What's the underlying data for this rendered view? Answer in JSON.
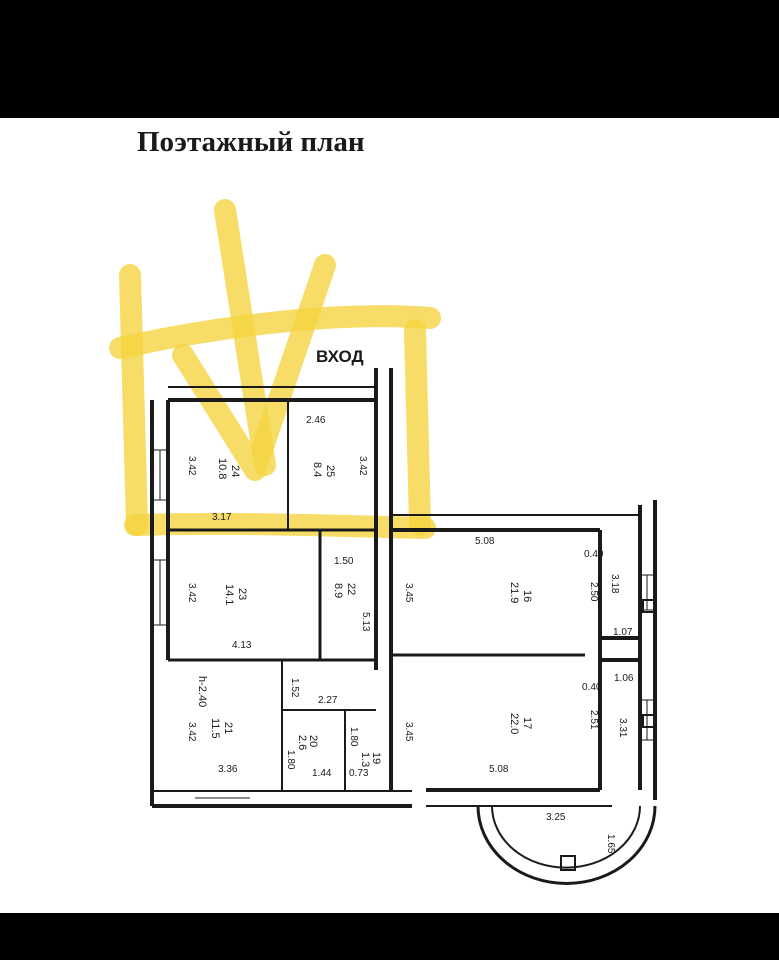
{
  "page": {
    "title": "Поэтажный план",
    "entrance_label": "ВХОД",
    "highlight_color": "#f5d33d",
    "wall_color": "#1a1a1a"
  },
  "rooms": [
    {
      "id": "24",
      "area": "10.8"
    },
    {
      "id": "25",
      "area": "8.4"
    },
    {
      "id": "23",
      "area": "14.1"
    },
    {
      "id": "22",
      "area": "8.9"
    },
    {
      "id": "21",
      "area": "11.5"
    },
    {
      "id": "20",
      "area": "2.6"
    },
    {
      "id": "19",
      "area": "1.3"
    },
    {
      "id": "16",
      "area": "21.9"
    },
    {
      "id": "17",
      "area": "22.0"
    }
  ],
  "room_21_height": "h-2.40",
  "dimensions": [
    "2.46",
    "3.42",
    "3.42",
    "3.17",
    "1.50",
    "3.42",
    "5.13",
    "4.13",
    "1.52",
    "2.27",
    "3.42",
    "1.80",
    "1.80",
    "1.44",
    "0.73",
    "3.36",
    "5.08",
    "3.45",
    "0.40",
    "2.50",
    "3.18",
    "1.07",
    "0.40",
    "1.06",
    "3.45",
    "2.51",
    "3.31",
    "5.08",
    "3.25",
    "1.65"
  ]
}
